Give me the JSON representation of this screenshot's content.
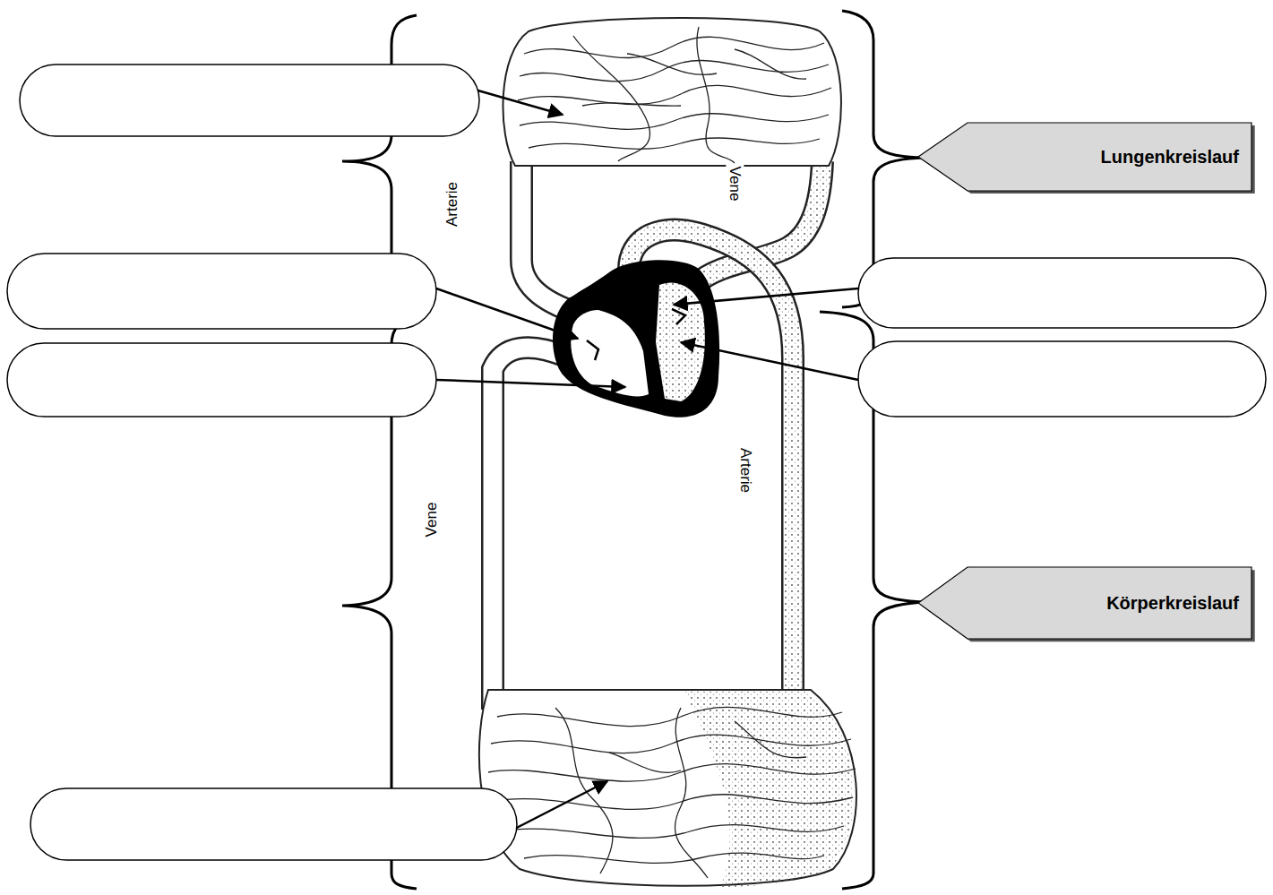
{
  "diagram": {
    "nodes": [
      {
        "text": [
          "Lungenkreislauf"
        ]
      },
      {
        "text": [
          "Körperkreislauf"
        ]
      }
    ],
    "labels": [
      "Arterie",
      "Vene",
      "Vene",
      "Arterie"
    ]
  }
}
